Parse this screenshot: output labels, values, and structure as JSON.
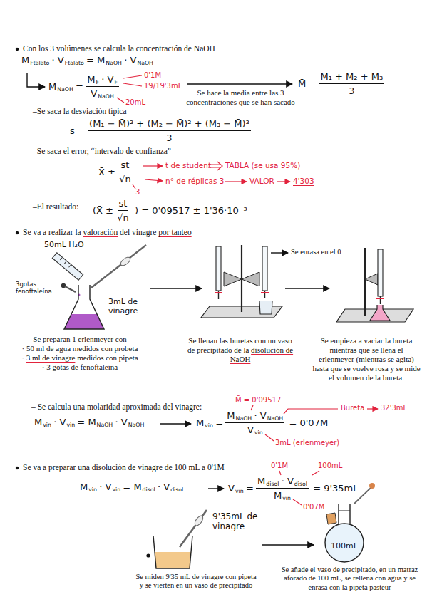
{
  "diagram": {
    "nodes": [
      {
        "text": [
          "100mL"
        ]
      }
    ],
    "labels": [
      "Con los 3 volúmenes se calcula la concentración de NaOH",
      "M",
      "Ftalato",
      "· V",
      "Ftalato",
      "= M",
      "NaOH",
      "· V",
      "NaOH",
      "M",
      "NaOH",
      "=",
      "M",
      "F",
      "· V",
      "F",
      "V",
      "NaOH",
      "0'1M",
      "19/19'3mL",
      "20mL",
      "Se hace la media entre las 3 concentraciones que se han sacado",
      "M̄ =",
      "M₁ + M₂ + M₃",
      "3",
      "–Se saca la desviación típica",
      "s =",
      "(M₁ − M̄)² + (M₂ − M̄)² + (M₃ − M̄)²",
      "3",
      "–Se saca el error, “intervalo de confianza”",
      "X̄ ±",
      "st",
      "√n",
      "t de student",
      "TABLA (se usa 95%)",
      "n° de réplicas 3",
      "VALOR",
      "4'303",
      "3",
      "–El resultado:",
      "(X̄ ±",
      "st",
      "√n",
      ") = 0'09517 ± 1'36·10⁻³",
      "Se va a realizar la",
      "valoración",
      "del vinagre",
      "por tanteo",
      "50mL H₂O",
      "3gotas fenoftaleína",
      "3mL de vinagre",
      "Se preparan 1 erlenmeyer con",
      "·",
      "50 ml de agua",
      "medidos con probeta",
      "·",
      "3 ml de vinagre",
      "medidos con pipeta",
      "·",
      "3 gotas de fenoftaleína",
      "Se llenan las buretas con un vaso de precipitado de la",
      "disolución de NaOH",
      "Se enrasa en el 0",
      "Se empieza a vaciar la bureta mientras que se llena el erlenmeyer (mientras se agita) hasta que se vuelve rosa y se mide el volumen de la bureta.",
      "– Se calcula una molaridad aproximada del vinagre:",
      "M",
      "vin",
      "· V",
      "vin",
      "= M",
      "NaOH",
      "· V",
      "NaOH",
      "M",
      "vin",
      "=",
      "M",
      "NaOH",
      "· V",
      "NaOH",
      "V",
      "vin",
      "= 0'07M",
      "M̄ = 0'09517",
      "Bureta",
      "32'3mL",
      "3mL (erlenmeyer)",
      "Se va a preparar una",
      "disolución de vinagre de 100 mL a 0'1M",
      "M",
      "vin",
      "· V",
      "vin",
      "= M",
      "disol",
      "· V",
      "disol",
      "V",
      "vin",
      "=",
      "M",
      "disol",
      "· V",
      "disol",
      "M",
      "vin",
      "= 9'35mL",
      "0'1M",
      "100mL",
      "0'07M",
      "9'35mL de vinagre",
      "Se miden 9'35 mL de vinagre con pipeta y se vierten en un vaso de precipitado",
      "Se añade el vaso de precipitado, en un matraz aforado de 100 mL, se rellena con agua y se enrasa con la pipeta pasteur"
    ]
  }
}
